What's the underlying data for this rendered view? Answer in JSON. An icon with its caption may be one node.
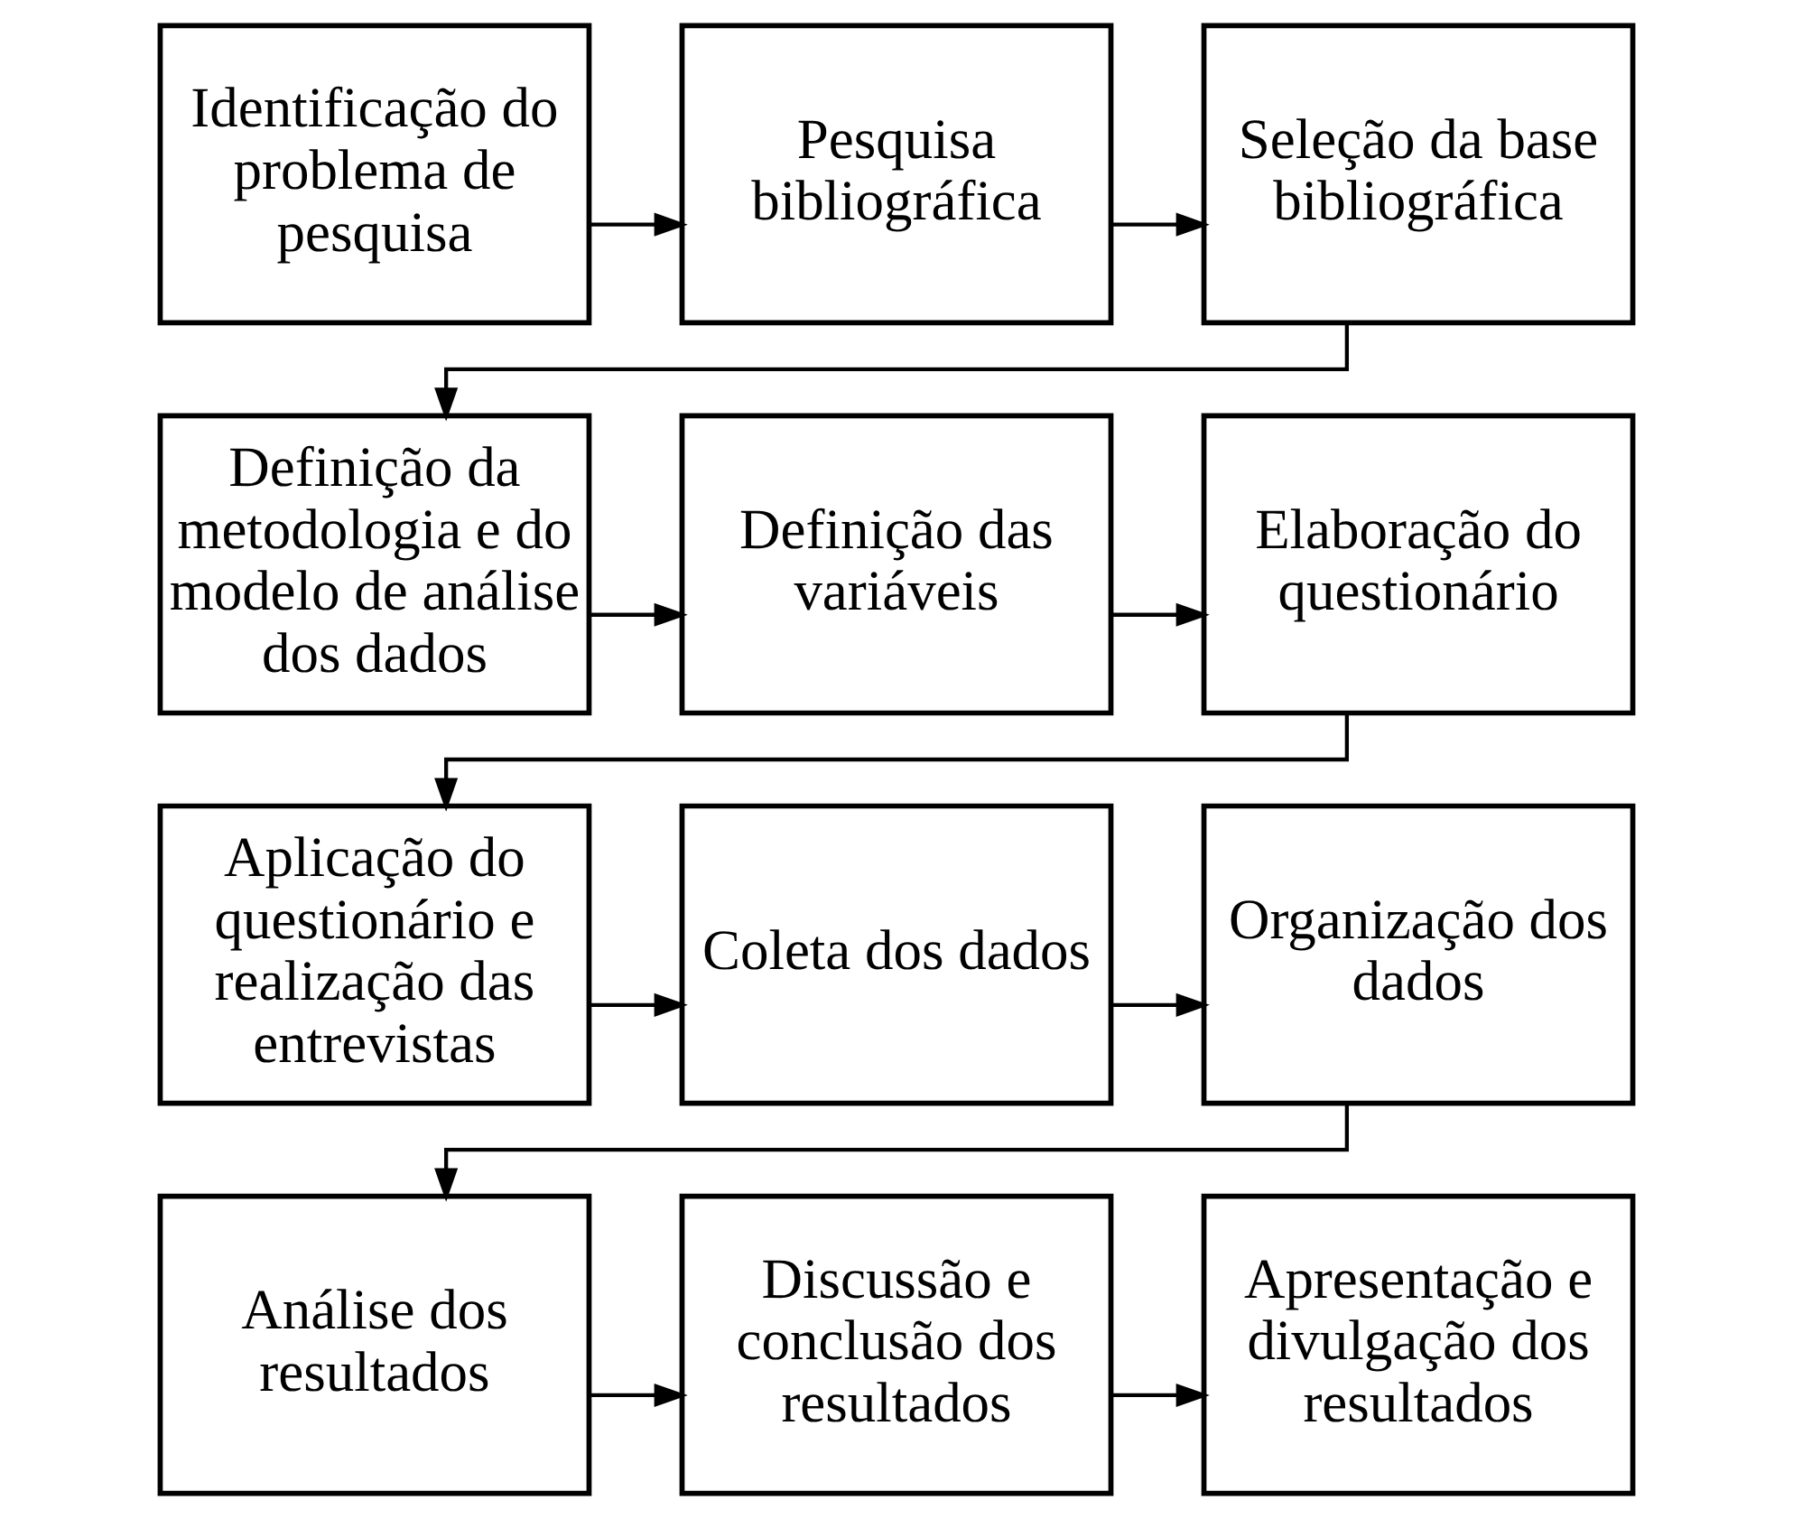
{
  "diagram": {
    "nodes": [
      {
        "text": [
          "Identificação do problema de pesquisa"
        ]
      },
      {
        "text": [
          "Pesquisa bibliográfica"
        ]
      },
      {
        "text": [
          "Seleção da base bibliográfica"
        ]
      },
      {
        "text": [
          "Definição da metodologia e do modelo de análise dos dados"
        ]
      },
      {
        "text": [
          "Definição das variáveis"
        ]
      },
      {
        "text": [
          "Elaboração do questionário"
        ]
      },
      {
        "text": [
          "Aplicação do questionário e realização das entrevistas"
        ]
      },
      {
        "text": [
          "Coleta dos dados"
        ]
      },
      {
        "text": [
          "Organização dos dados"
        ]
      },
      {
        "text": [
          "Análise dos resultados"
        ]
      },
      {
        "text": [
          "Discussão e conclusão dos resultados"
        ]
      },
      {
        "text": [
          "Apresentação e divulgação dos resultados"
        ]
      }
    ],
    "edges": [
      {
        "from": 0,
        "to": 1,
        "arrow": "to"
      },
      {
        "from": 1,
        "to": 2,
        "arrow": "to"
      },
      {
        "from": 2,
        "to": 3,
        "arrow": "to"
      },
      {
        "from": 3,
        "to": 4,
        "arrow": "to"
      },
      {
        "from": 4,
        "to": 5,
        "arrow": "to"
      },
      {
        "from": 5,
        "to": 6,
        "arrow": "to"
      },
      {
        "from": 6,
        "to": 7,
        "arrow": "to"
      },
      {
        "from": 7,
        "to": 8,
        "arrow": "to"
      },
      {
        "from": 8,
        "to": 9,
        "arrow": "to"
      },
      {
        "from": 9,
        "to": 10,
        "arrow": "to"
      },
      {
        "from": 10,
        "to": 11,
        "arrow": "to"
      }
    ]
  }
}
